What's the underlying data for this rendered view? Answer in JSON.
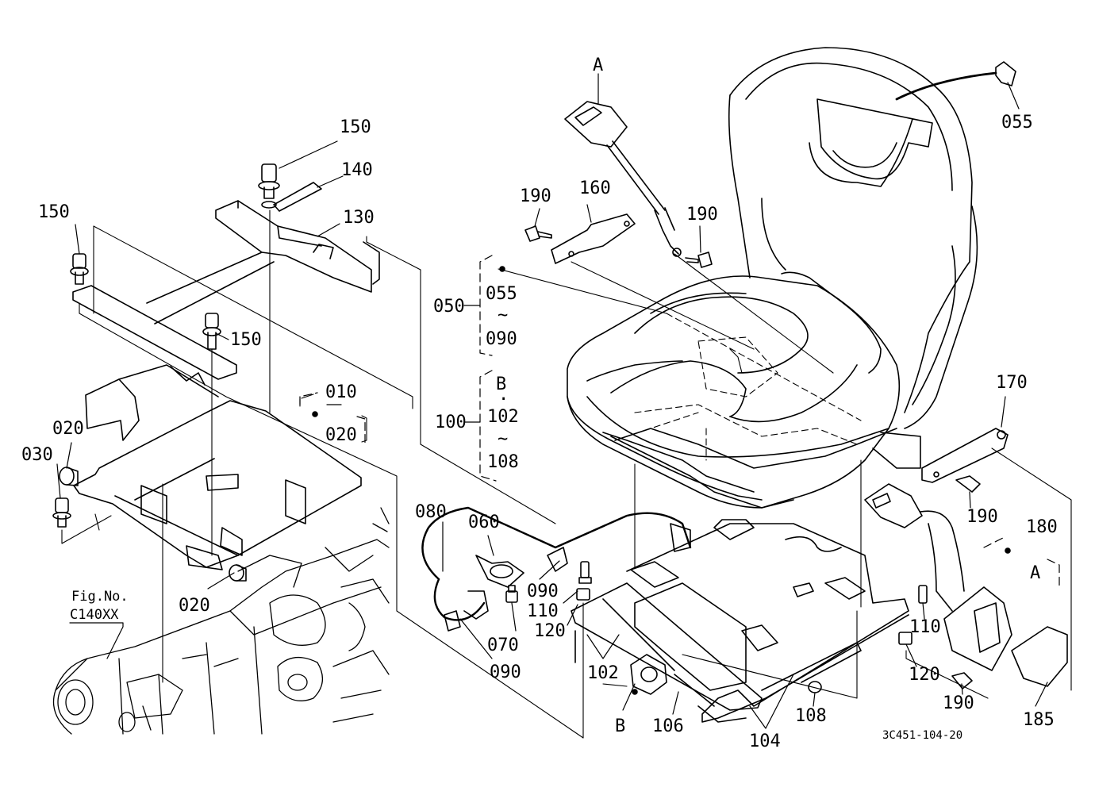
{
  "labels": {
    "p150a": "150",
    "p140": "140",
    "p130": "130",
    "p150b": "150",
    "p150c": "150",
    "p010": "010",
    "p020a": "020",
    "p020b": "020",
    "p030": "030",
    "p020c": "020",
    "fig_no": "Fig.No.",
    "fig_ref": "C140XX",
    "pA_top": "A",
    "p190a": "190",
    "p160": "160",
    "p190b": "190",
    "p055": "055",
    "p050": "050",
    "p055b": "055",
    "tilde1": "~",
    "p090a": "090",
    "pB1": "B",
    "dot1": "·",
    "p100": "100",
    "p102a": "102",
    "tilde2": "~",
    "p108a": "108",
    "p080": "080",
    "p060": "060",
    "p090b": "090",
    "p110a": "110",
    "p120a": "120",
    "p070": "070",
    "p090c": "090",
    "p102b": "102",
    "pB2": "B",
    "p106": "106",
    "p104": "104",
    "p108b": "108",
    "p170": "170",
    "p190c": "190",
    "p180": "180",
    "pA2": "A",
    "p110b": "110",
    "p120b": "120",
    "p190d": "190",
    "p185": "185",
    "drawing_code": "3C451-104-20"
  },
  "icons": [
    "bolt-icon",
    "washer-icon",
    "nut-icon",
    "seat-icon",
    "seat-belt-icon",
    "bracket-icon",
    "slide-rail-icon",
    "knob-icon"
  ]
}
